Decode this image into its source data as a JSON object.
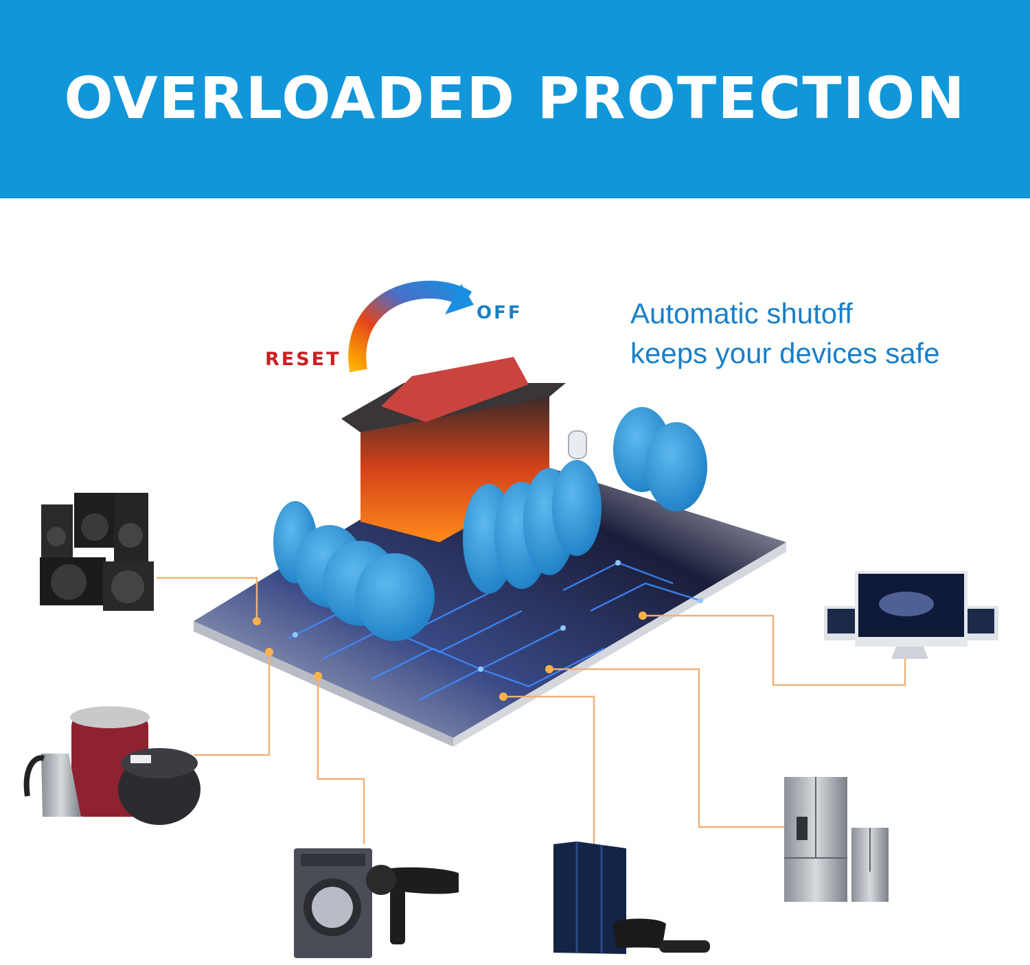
{
  "banner": {
    "title": "OVERLOADED PROTECTION",
    "background": "#1196da"
  },
  "switch": {
    "reset_label": "RESET",
    "off_label": "OFF"
  },
  "tagline": {
    "line1": "Automatic shutoff",
    "line2": "keeps your devices safe"
  },
  "colors": {
    "accent_blue": "#1a7fc6",
    "reset_red": "#c9201f",
    "connector_orange": "#f0b07a",
    "capacitor_blue": "#2f95d6"
  },
  "devices": [
    {
      "icon": "speaker-stack-icon"
    },
    {
      "icon": "kitchen-appliances-icon"
    },
    {
      "icon": "washer-and-hairdryer-icon"
    },
    {
      "icon": "game-console-icon"
    },
    {
      "icon": "refrigerator-icon"
    },
    {
      "icon": "computer-monitors-icon"
    }
  ]
}
